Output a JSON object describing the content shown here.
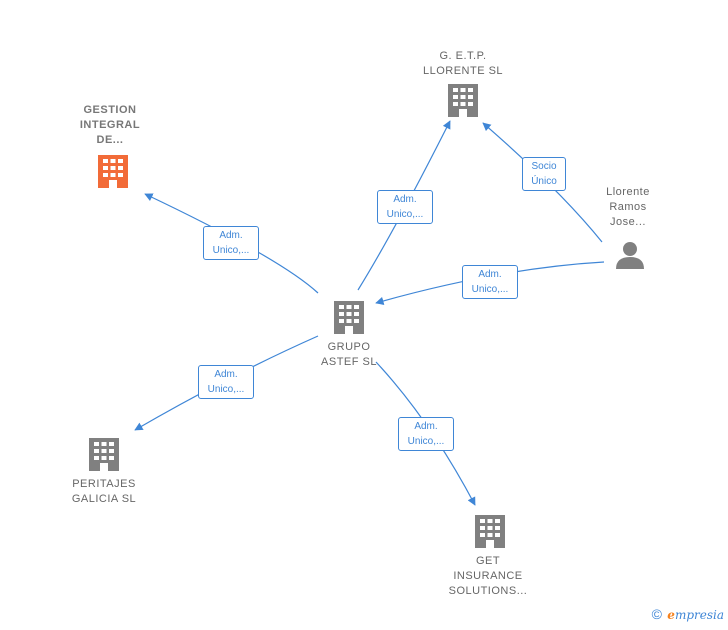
{
  "colors": {
    "edge": "#3f86d6",
    "building": "#808080",
    "building_focus": "#f26b38",
    "person": "#808080",
    "text": "#666666"
  },
  "nodes": {
    "gestion": {
      "label": [
        "GESTION",
        "INTEGRAL",
        "DE..."
      ],
      "icon": "building-icon",
      "highlighted": true
    },
    "getp": {
      "label": [
        "G. E.T.P.",
        "LLORENTE SL"
      ],
      "icon": "building-icon"
    },
    "llorente": {
      "label": [
        "Llorente",
        "Ramos",
        "Jose..."
      ],
      "icon": "person-icon"
    },
    "grupo": {
      "label": [
        "GRUPO",
        "ASTEF SL"
      ],
      "icon": "building-icon"
    },
    "peritajes": {
      "label": [
        "PERITAJES",
        "GALICIA SL"
      ],
      "icon": "building-icon"
    },
    "get": {
      "label": [
        "GET",
        "INSURANCE",
        "SOLUTIONS..."
      ],
      "icon": "building-icon"
    }
  },
  "edges": {
    "grupo_gestion": [
      "Adm.",
      "Unico,..."
    ],
    "grupo_getp": [
      "Adm.",
      "Unico,..."
    ],
    "llorente_getp": [
      "Socio",
      "Único"
    ],
    "llorente_grupo": [
      "Adm.",
      "Unico,..."
    ],
    "grupo_peritajes": [
      "Adm.",
      "Unico,..."
    ],
    "grupo_get": [
      "Adm.",
      "Unico,..."
    ]
  },
  "footer": {
    "copyright": "©",
    "brand_initial": "e",
    "brand_rest": "mpresia"
  }
}
